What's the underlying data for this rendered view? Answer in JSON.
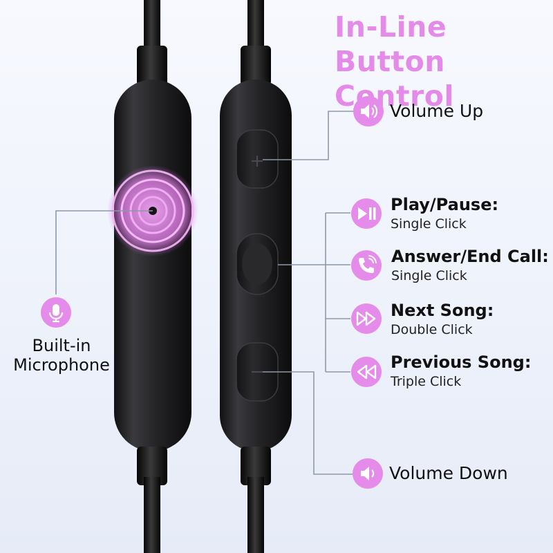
{
  "title": {
    "line1": "In-Line Button",
    "line2": "Control"
  },
  "microphone": {
    "line1": "Built-in",
    "line2": "Microphone",
    "icon": "microphone-icon"
  },
  "controls": [
    {
      "id": "volume-up",
      "label": "Volume Up",
      "icon": "speaker-icon"
    },
    {
      "id": "play-pause",
      "label": "Play/Pause:",
      "action": "Single Click",
      "icon": "play-pause-icon"
    },
    {
      "id": "answer-end-call",
      "label": "Answer/End Call:",
      "action": "Single Click",
      "icon": "phone-icon"
    },
    {
      "id": "next-song",
      "label": "Next Song:",
      "action": "Double Click",
      "icon": "fast-forward-icon"
    },
    {
      "id": "previous-song",
      "label": "Previous Song:",
      "action": "Triple Click",
      "icon": "rewind-icon"
    },
    {
      "id": "volume-down",
      "label": "Volume Down",
      "icon": "speaker-icon"
    }
  ],
  "colors": {
    "accent": "#e58be9",
    "remote_body": "#1f1f21",
    "cable": "#141414",
    "connector_line": "#8e98a6"
  }
}
